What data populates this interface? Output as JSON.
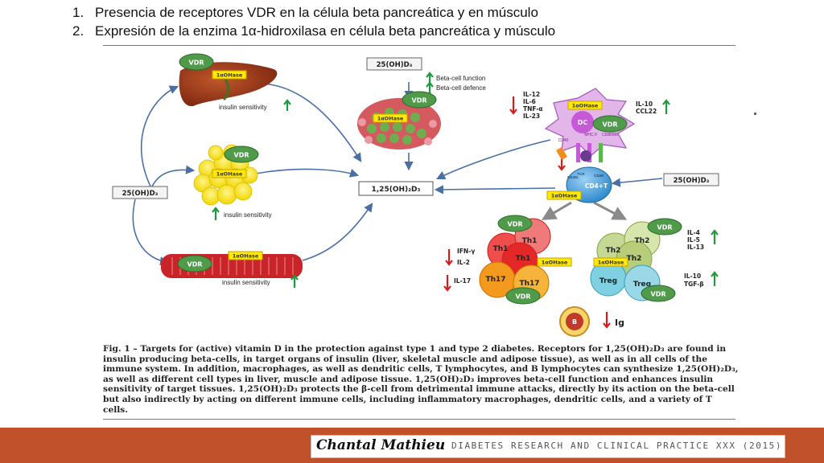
{
  "header": {
    "items": [
      {
        "num": "1.",
        "text": "Presencia de receptores VDR en la célula beta pancreática y en músculo"
      },
      {
        "num": "2.",
        "text": "Expresión de la enzima 1α-hidroxilasa en célula beta pancreática y músculo"
      }
    ]
  },
  "figure": {
    "vdr": "VDR",
    "ohase": "1αOHase",
    "source": "25(OH)D₃",
    "active": "1,25(OH)₂D₃",
    "insulin_sensitivity": "insulin sensitivity",
    "beta_function": "Beta-cell function",
    "beta_defence": "Beta-cell defence",
    "dc": "DC",
    "mhc": "MHC II",
    "cd40": "CD40",
    "cd80": "CD80/86",
    "tcr": "TCR",
    "cd40l": "CD40L",
    "cd28": "CD28",
    "cd4t": "CD4+T",
    "dc_cytokines": [
      "IL-12",
      "IL-6",
      "TNF-α",
      "IL-23"
    ],
    "dc_up": [
      "IL-10",
      "CCL22"
    ],
    "th1": "Th1",
    "th17": "Th17",
    "th2": "Th2",
    "treg": "Treg",
    "th1_cyt": [
      "IFN-γ",
      "IL-2"
    ],
    "th17_cyt": "IL-17",
    "th2_cyt": [
      "IL-4",
      "IL-5",
      "IL-13"
    ],
    "treg_cyt": [
      "IL-10",
      "TGF-β"
    ],
    "b": "B",
    "ig": "Ig",
    "caption": "Fig. 1 – Targets for (active) vitamin D in the protection against type 1 and type 2 diabetes. Receptors for 1,25(OH)₂D₃ are found in insulin producing beta-cells, in target organs of insulin (liver, skeletal muscle and adipose tissue), as well as in all cells of the immune system. In addition, macrophages, as well as dendritic cells, T lymphocytes, and B lymphocytes can synthesize 1,25(OH)₂D₃, as well as different cell types in liver, muscle and adipose tissue. 1,25(OH)₂D₃ improves beta-cell function and enhances insulin sensitivity of target tissues. 1,25(OH)₂D₃ protects the β-cell from detrimental immune attacks, directly by its action on the beta-cell but also indirectly by acting on different immune cells, including inflammatory macrophages, dendritic cells, and a variety of T cells."
  },
  "footer": {
    "author": "Chantal Mathieu",
    "journal": "DIABETES RESEARCH AND CLINICAL PRACTICE XXX (2015)"
  },
  "colors": {
    "accent_bar": "#c0512b",
    "vdr_fill": "#4f9b4a",
    "ohase_fill": "#ffea00",
    "up_arrow": "#1d9a3c",
    "down_arrow": "#d11f1f",
    "flow_arrow": "#4a6fa5"
  }
}
